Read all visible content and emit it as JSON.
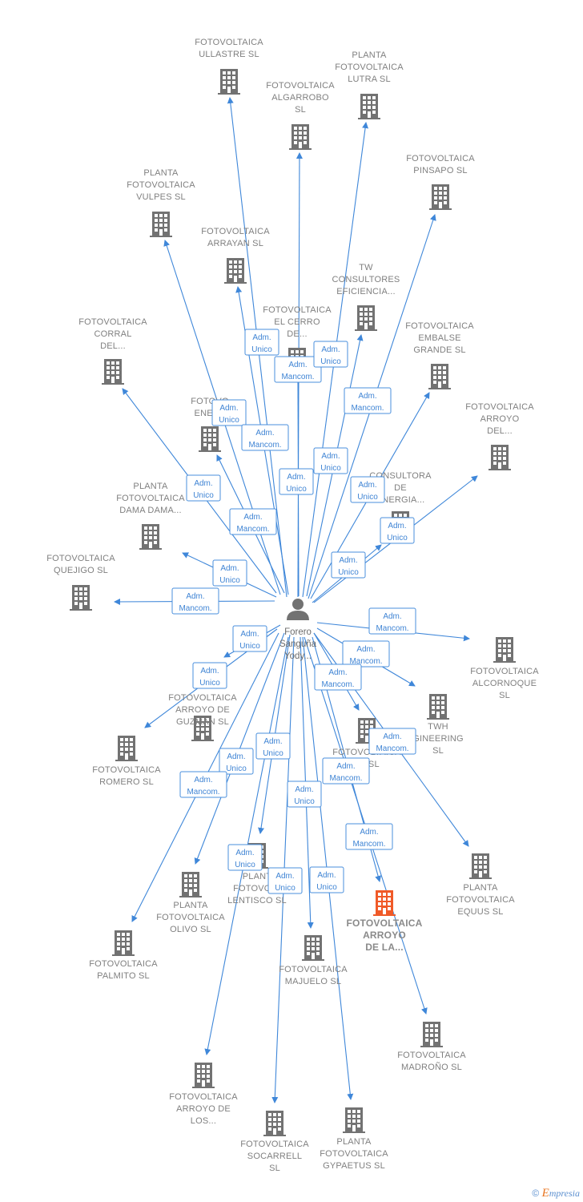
{
  "colors": {
    "edge": "#3f87d9",
    "node": "#727272",
    "active_node": "#f05a28",
    "label": "#808080",
    "relation_text": "#3f84d4"
  },
  "person": {
    "icon": "person-icon",
    "label_lines": [
      "Forero",
      "Sanguña",
      "Yody..."
    ]
  },
  "companies": [
    {
      "id": "ullastre",
      "lines": [
        "FOTOVOLTAICA",
        "ULLASTRE  SL"
      ]
    },
    {
      "id": "lutra",
      "lines": [
        "PLANTA",
        "FOTOVOLTAICA",
        "LUTRA  SL"
      ]
    },
    {
      "id": "algarrobo",
      "lines": [
        "FOTOVOLTAICA",
        "ALGARROBO",
        "SL"
      ]
    },
    {
      "id": "pinsapo",
      "lines": [
        "FOTOVOLTAICA",
        "PINSAPO  SL"
      ]
    },
    {
      "id": "vulpes",
      "lines": [
        "PLANTA",
        "FOTOVOLTAICA",
        "VULPES  SL"
      ]
    },
    {
      "id": "arrayan",
      "lines": [
        "FOTOVOLTAICA",
        "ARRAYAN  SL"
      ]
    },
    {
      "id": "tw",
      "lines": [
        "TW",
        "CONSULTORES",
        "EFICIENCIA..."
      ]
    },
    {
      "id": "cerro",
      "lines": [
        "FOTOVOLTAICA",
        "EL CERRO",
        "DE..."
      ]
    },
    {
      "id": "corral",
      "lines": [
        "FOTOVOLTAICA",
        "CORRAL",
        "DEL..."
      ]
    },
    {
      "id": "embalse",
      "lines": [
        "FOTOVOLTAICA",
        "EMBALSE",
        "GRANDE  SL"
      ]
    },
    {
      "id": "arroyo_del",
      "lines": [
        "FOTOVOLTAICA",
        "ARROYO",
        "DEL..."
      ]
    },
    {
      "id": "enebro",
      "lines": [
        "FOTOVO",
        "ENEBR"
      ]
    },
    {
      "id": "consultora",
      "lines": [
        "CONSULTORA",
        "DE",
        "ENERGIA..."
      ]
    },
    {
      "id": "dama",
      "lines": [
        "PLANTA",
        "FOTOVOLTAICA",
        "DAMA DAMA..."
      ]
    },
    {
      "id": "quejigo",
      "lines": [
        "FOTOVOLTAICA",
        "QUEJIGO  SL"
      ]
    },
    {
      "id": "alcornoque",
      "lines": [
        "FOTOVOLTAICA",
        "ALCORNOQUE",
        "SL"
      ]
    },
    {
      "id": "twh",
      "lines": [
        "TWH",
        "GINEERING",
        "SL"
      ]
    },
    {
      "id": "guzman",
      "lines": [
        "FOTOVOLTAICA",
        "ARROYO DE",
        "GUZMAN  SL"
      ]
    },
    {
      "id": "majo",
      "lines": [
        "FOTOVOLTAICA",
        "JO  SL"
      ]
    },
    {
      "id": "romero",
      "lines": [
        "FOTOVOLTAICA",
        "ROMERO  SL"
      ]
    },
    {
      "id": "equus",
      "lines": [
        "PLANTA",
        "FOTOVOLTAICA",
        "EQUUS  SL"
      ]
    },
    {
      "id": "lentisco",
      "lines": [
        "PLANT",
        "FOTOVOLT",
        "LENTISCO  SL"
      ]
    },
    {
      "id": "olivo",
      "lines": [
        "PLANTA",
        "FOTOVOLTAICA",
        "OLIVO  SL"
      ]
    },
    {
      "id": "arroyo_la",
      "lines": [
        "FOTOVOLTAICA",
        "ARROYO",
        "DE LA..."
      ],
      "active": true
    },
    {
      "id": "palmito",
      "lines": [
        "FOTOVOLTAICA",
        "PALMITO  SL"
      ]
    },
    {
      "id": "majuelo",
      "lines": [
        "FOTOVOLTAICA",
        "MAJUELO  SL"
      ]
    },
    {
      "id": "madrono",
      "lines": [
        "FOTOVOLTAICA",
        "MADROÑO  SL"
      ]
    },
    {
      "id": "arroyo_los",
      "lines": [
        "FOTOVOLTAICA",
        "ARROYO DE",
        "LOS..."
      ]
    },
    {
      "id": "socarrell",
      "lines": [
        "FOTOVOLTAICA",
        "SOCARRELL",
        "SL"
      ]
    },
    {
      "id": "gypaetus",
      "lines": [
        "PLANTA",
        "FOTOVOLTAICA",
        "GYPAETUS  SL"
      ]
    }
  ],
  "relations": [
    {
      "id": "r1",
      "lines": [
        "Adm.",
        "Unico"
      ]
    },
    {
      "id": "r2",
      "lines": [
        "Adm.",
        "Mancom."
      ]
    },
    {
      "id": "r3",
      "lines": [
        "Adm.",
        "Unico"
      ]
    },
    {
      "id": "r4",
      "lines": [
        "Adm.",
        "Mancom."
      ]
    },
    {
      "id": "r5",
      "lines": [
        "Adm.",
        "Unico"
      ]
    },
    {
      "id": "r6",
      "lines": [
        "Adm.",
        "Mancom."
      ]
    },
    {
      "id": "r7",
      "lines": [
        "Adm.",
        "Unico"
      ]
    },
    {
      "id": "r8",
      "lines": [
        "Adm.",
        "Unico"
      ]
    },
    {
      "id": "r9",
      "lines": [
        "Adm.",
        "Unico"
      ]
    },
    {
      "id": "r10",
      "lines": [
        "Adm.",
        "Unico"
      ]
    },
    {
      "id": "r11",
      "lines": [
        "Adm.",
        "Mancom."
      ]
    },
    {
      "id": "r12",
      "lines": [
        "Adm.",
        "Unico"
      ]
    },
    {
      "id": "r13",
      "lines": [
        "Adm.",
        "Unico"
      ]
    },
    {
      "id": "r14",
      "lines": [
        "Adm.",
        "Unico"
      ]
    },
    {
      "id": "r15",
      "lines": [
        "Adm.",
        "Mancom."
      ]
    },
    {
      "id": "r16",
      "lines": [
        "Adm.",
        "Mancom."
      ]
    },
    {
      "id": "r17",
      "lines": [
        "Adm.",
        "Unico"
      ]
    },
    {
      "id": "r18",
      "lines": [
        "Adm.",
        "Mancom."
      ]
    },
    {
      "id": "r19",
      "lines": [
        "Adm.",
        "Unico"
      ]
    },
    {
      "id": "r20",
      "lines": [
        "Adm.",
        "Mancom."
      ]
    },
    {
      "id": "r21",
      "lines": [
        "Adm.",
        "Mancom."
      ]
    },
    {
      "id": "r22",
      "lines": [
        "Adm.",
        "Unico"
      ]
    },
    {
      "id": "r23",
      "lines": [
        "Adm.",
        "Unico"
      ]
    },
    {
      "id": "r24",
      "lines": [
        "Adm.",
        "Mancom."
      ]
    },
    {
      "id": "r25",
      "lines": [
        "Adm.",
        "Mancom."
      ]
    },
    {
      "id": "r26",
      "lines": [
        "Adm.",
        "Unico"
      ]
    },
    {
      "id": "r27",
      "lines": [
        "Adm.",
        "Mancom."
      ]
    },
    {
      "id": "r28",
      "lines": [
        "Adm.",
        "Unico"
      ]
    },
    {
      "id": "r29",
      "lines": [
        "Adm.",
        "Unico"
      ]
    },
    {
      "id": "r30",
      "lines": [
        "Adm.",
        "Unico"
      ]
    }
  ],
  "footer": {
    "copyright": "©",
    "brand_initial": "E",
    "brand_rest": "mpresia"
  }
}
